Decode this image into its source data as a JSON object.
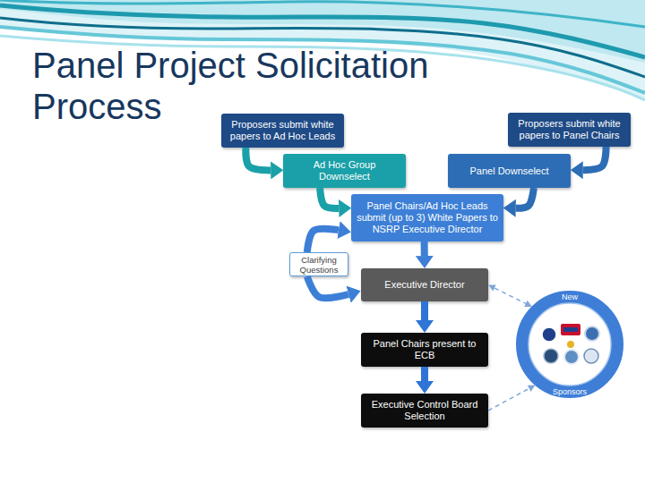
{
  "diagram": {
    "title": "Panel Project Solicitation Process",
    "nodes": [
      {
        "text": [
          "Proposers submit white papers to Ad Hoc Leads"
        ]
      },
      {
        "text": [
          "Proposers submit white papers to Panel Chairs"
        ]
      },
      {
        "text": [
          "Ad Hoc Group Downselect"
        ]
      },
      {
        "text": [
          "Panel Downselect"
        ]
      },
      {
        "text": [
          "Panel Chairs/Ad Hoc Leads submit (up to 3) White Papers to NSRP Executive Director"
        ]
      },
      {
        "text": [
          "Clarifying Questions"
        ]
      },
      {
        "text": [
          "Executive Director"
        ]
      },
      {
        "text": [
          "Panel Chairs present to ECB"
        ]
      },
      {
        "text": [
          "Executive Control Board Selection"
        ]
      },
      {
        "text": [
          "New",
          "Sponsors"
        ]
      }
    ],
    "edges": [
      {
        "from": 0,
        "to": 2,
        "arrow": "to"
      },
      {
        "from": 1,
        "to": 3,
        "arrow": "to"
      },
      {
        "from": 2,
        "to": 4,
        "arrow": "to"
      },
      {
        "from": 3,
        "to": 4,
        "arrow": "to"
      },
      {
        "from": 4,
        "to": 6,
        "arrow": "to"
      },
      {
        "from": 5,
        "to": 4,
        "arrow": "to"
      },
      {
        "from": 5,
        "to": 6,
        "arrow": "to"
      },
      {
        "from": 6,
        "to": 7,
        "arrow": "to"
      },
      {
        "from": 7,
        "to": 8,
        "arrow": "to"
      },
      {
        "from": 6,
        "to": 9,
        "arrow": "both"
      },
      {
        "from": 8,
        "to": 9,
        "arrow": "to"
      }
    ]
  }
}
